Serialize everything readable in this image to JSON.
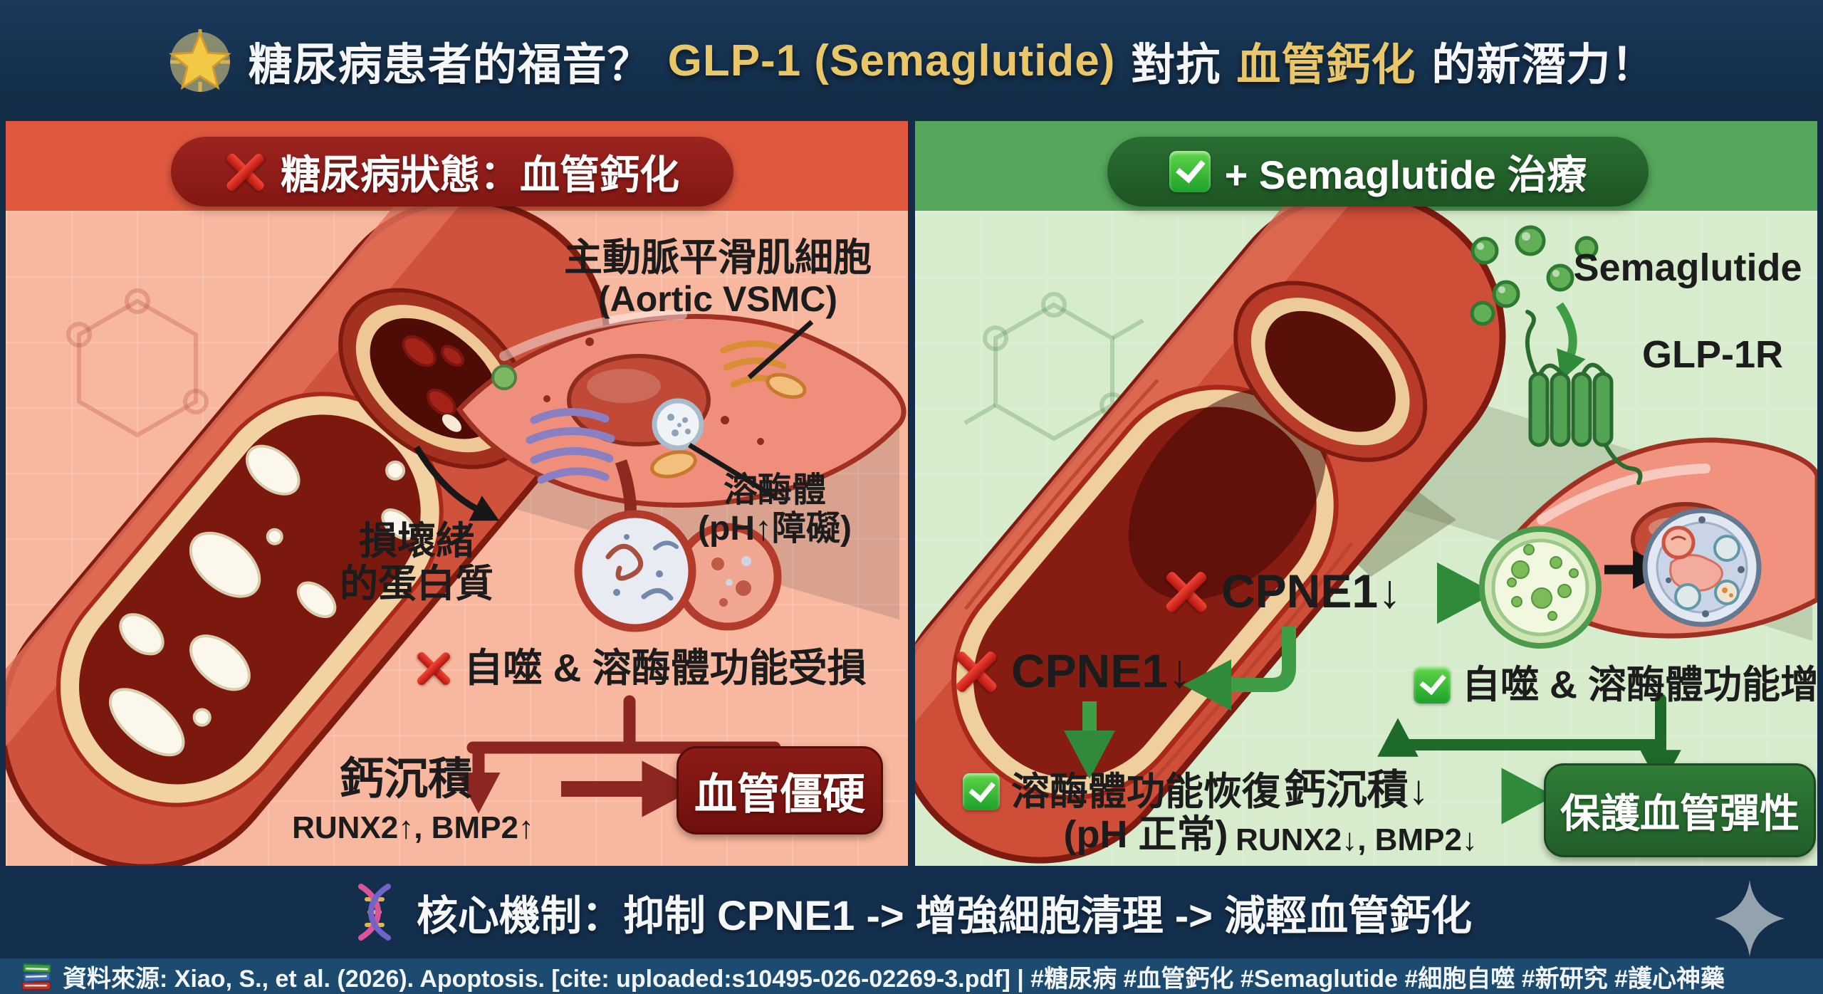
{
  "header": {
    "title_part1": "糖尿病患者的福音？",
    "title_highlight1": "GLP-1 (Semaglutide)",
    "title_part2": "對抗",
    "title_highlight2": "血管鈣化",
    "title_part3": "的新潛力！"
  },
  "left_panel": {
    "banner_text": "糖尿病狀態：血管鈣化",
    "vsmc_label_line1": "主動脈平滑肌細胞",
    "vsmc_label_line2": "(Aortic VSMC)",
    "lysosome_label_line1": "溶酶體",
    "lysosome_label_line2": "(pH↑障礙)",
    "damaged_protein_line1": "損壞緒",
    "damaged_protein_line2": "的蛋白質",
    "impaired_text": "自噬 & 溶酶體功能受損",
    "calcium_text": "鈣沉積",
    "markers_text": "RUNX2↑, BMP2↑",
    "outcome_text": "血管僵硬"
  },
  "right_panel": {
    "banner_text": "+ Semaglutide 治療",
    "drug_label": "Semaglutide",
    "receptor_label": "GLP-1R",
    "cpne1_top_text": "CPNE1↓",
    "cpne1_left_text": "CPNE1↓",
    "enhanced_text": "自噬 & 溶酶體功能增強",
    "restored_line1": "溶酶體功能恢復",
    "restored_line2": "(pH 正常)",
    "calcium_text": "鈣沉積↓",
    "markers_text": "RUNX2↓, BMP2↓",
    "outcome_text": "保護血管彈性"
  },
  "bottom_banner": {
    "mechanism_text": "核心機制：抑制 CPNE1 -> 增強細胞清理 -> 減輕血管鈣化"
  },
  "footer": {
    "source_text": "資料來源: Xiao, S., et al. (2026). Apoptosis. [cite: uploaded:s10495-026-02269-3.pdf] | #糖尿病 #血管鈣化 #Semaglutide #細胞自噬 #新研究 #護心神藥"
  },
  "icons": {
    "header_icon": "glowing-star-icon",
    "left_banner_icon": "cross-mark-icon",
    "right_banner_icon": "check-mark-icon",
    "mechanism_icon": "dna-icon",
    "source_icon": "books-icon",
    "decoration": "sparkle-icon"
  },
  "colors": {
    "header_bg": "#15314e",
    "gold_accent": "#e9c768",
    "left_strip": "#e0593f",
    "left_banner_bg": "#8e1f1a",
    "left_panel_bg": "#f8b79f",
    "dark_red_arrow": "#8c2620",
    "left_outcome_bg": "#7c1512",
    "right_strip": "#55a75b",
    "right_banner_bg": "#215f28",
    "right_panel_bg": "#d7ebcd",
    "green_arrow": "#2f8b3a",
    "right_outcome_bg": "#2c6e33",
    "bottom_banner_bg": "#142f4d",
    "footer_bg": "#1d4b70"
  }
}
